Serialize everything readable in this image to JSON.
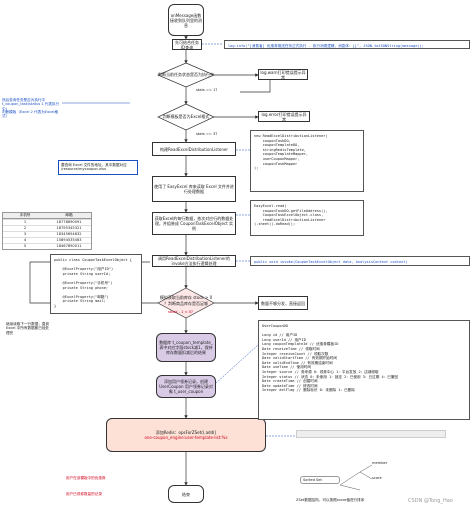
{
  "flow": {
    "start": "onMessage函数接收到队列里的消息",
    "fetch_task": "先可结合任务ID查询",
    "check_status": "判断当前任务状态是否为执行中",
    "status_yes": "stats == 1?",
    "warn_log": "log.warn打印错误提示异常",
    "check_excel": "判断模板是否为Excel格式",
    "excel_yes": "stats == 3?",
    "error_log": "log.error打印错误提示异常",
    "read_listener": "构建ReadExcelDistributionListener",
    "parse_excel": "使用了 EasyExcel 库来读取 Excel 文件并进行处理数据",
    "invoke_loop": "获取Excel的每行数据，依次对应行的数据处理，并组装成 CouponTaskExcelObject 实例",
    "invoke_method": "调用ReadExcelDistributionListener的invoke方法执行逻辑处理",
    "stock_check": "模拟获取当前库存 stock > 0 ？判断商品库存是否足够",
    "stock_cond": "stock - 1 < 0?",
    "stock_fail": "数量不够分发，直接返回",
    "decrement": "数据库 t_coupon_template_表中对应字段stock减1，保持库存数量扣减后的结果",
    "insert_user": "添加用户领券记录，创建 UserCoupon 用户领券记录对象 t_user_coupon",
    "redis_add": "添加Redis：opsForZSet().add()",
    "redis_key": "one-coupon_engine:user-template-list:%s",
    "end": "结束"
  },
  "left_notes": {
    "task_note": "然后查询任务是否为执行中 t_coupon_task(status 1 代表执行中)",
    "excel_note": "判断模板（Excel 2 代表为Excel格式）",
    "file_note": "要查询 Excel 文件的地址，其中数据对应 /resource/mycoupon.xlsx",
    "retry_note": "继续读取下一行数据，直到 Excel 中所有数据都已经处理完",
    "red_a": "用户在该模板中的优惠券",
    "red_b": "用户已领券数量的记录"
  },
  "code_blocks": {
    "log_info": "log.info(\"[消费者] 优惠券推送任务正式执行 - 执行消费逻辑，消息体：{}\", JSON.toJSONString(message));",
    "listener": "new ReadExcelDistributionListener(\n    couponTaskDO,\n    couponTemplateDO,\n    stringRedisTemplate,\n    couponTemplateMapper,\n    userCouponMapper,\n    couponTaskMapper\n);",
    "easy_excel": "EasyExcel.read(\n    couponTaskDO.getFileAddress(),\n    CouponTaskExcelObject.class,\n    readExcelDistributionListener\n).sheet().doRead();",
    "invoke_sig": "public void invoke(CouponTaskExcelObject data, AnalysisContext context)",
    "excel_object": "public class CouponTaskExcelObject {\n\n    @ExcelProperty(\"用户ID\")\n    private String userId;\n\n    @ExcelProperty(\"手机号\")\n    private String phone;\n\n    @ExcelProperty(\"邮箱\")\n    private String mail;\n}",
    "user_coupon": "UserCouponDO\n\nLong id // 用户ID\nLong userId // 用户ID\nLong couponTemplateId // 优惠券模板ID\nDate receiveTime // 领取时间\nInteger receiveCount // 领取次数\nDate validStartTime // 有效期开始时间\nDate validEndTime // 有效期结束时间\nDate useTime // 使用时间\nInteger source // 券来源 0：领券中心 1：平台发放 2：店铺领取\nInteger status // 状态 0：未使用 1：锁定 2：已使用 3：已过期 4：已撤回\nDate createTime // 创建时间\nDate updateTime // 修改时间\nInteger delFlag // 删除标识 0：未删除 1：已删除"
  },
  "table": {
    "columns": [
      "手机号",
      "邮箱"
    ],
    "rows": [
      [
        "1",
        "18778890091"
      ],
      [
        "2",
        "18795345321"
      ],
      [
        "3",
        "18345654632"
      ],
      [
        "4",
        "15894535463"
      ],
      [
        "5",
        "18467890011"
      ]
    ]
  },
  "zset": {
    "caption": "ZSet数据结构，可以按照score值进行排序",
    "sorted_set": "Sorted Set",
    "member": "member",
    "score": "score"
  },
  "watermark": "CSDN @Tong_Hao"
}
